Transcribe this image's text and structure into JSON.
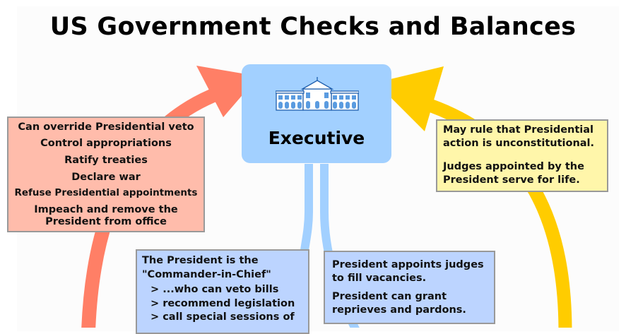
{
  "title": "US Government Checks and Balances",
  "executive": {
    "label": "Executive",
    "icon": "white-house-icon",
    "color": "#a2d0ff"
  },
  "legislative_checks": {
    "color": "#ffbcab",
    "arrow_color": "#ff7f66",
    "items": [
      "Can override Presidential veto",
      "Control appropriations",
      "Ratify treaties",
      "Declare war",
      "Refuse Presidential appointments",
      "Impeach and remove the",
      "President from office"
    ]
  },
  "judicial_checks": {
    "color": "#fff6aa",
    "arrow_color": "#ffcc00",
    "lines": [
      "May rule that Presidential",
      "action is unconstitutional.",
      "Judges appointed by the",
      "President serve for life."
    ]
  },
  "executive_on_legislative": {
    "color": "#bcd4ff",
    "lines": [
      "The President is the",
      "\"Commander-in-Chief\""
    ],
    "bullets": [
      "> ...who can veto bills",
      "> recommend legislation",
      "> call special sessions of"
    ]
  },
  "executive_on_judicial": {
    "color": "#bcd4ff",
    "lines": [
      "President appoints judges",
      "to fill vacancies.",
      "President can grant",
      "reprieves and pardons."
    ]
  }
}
